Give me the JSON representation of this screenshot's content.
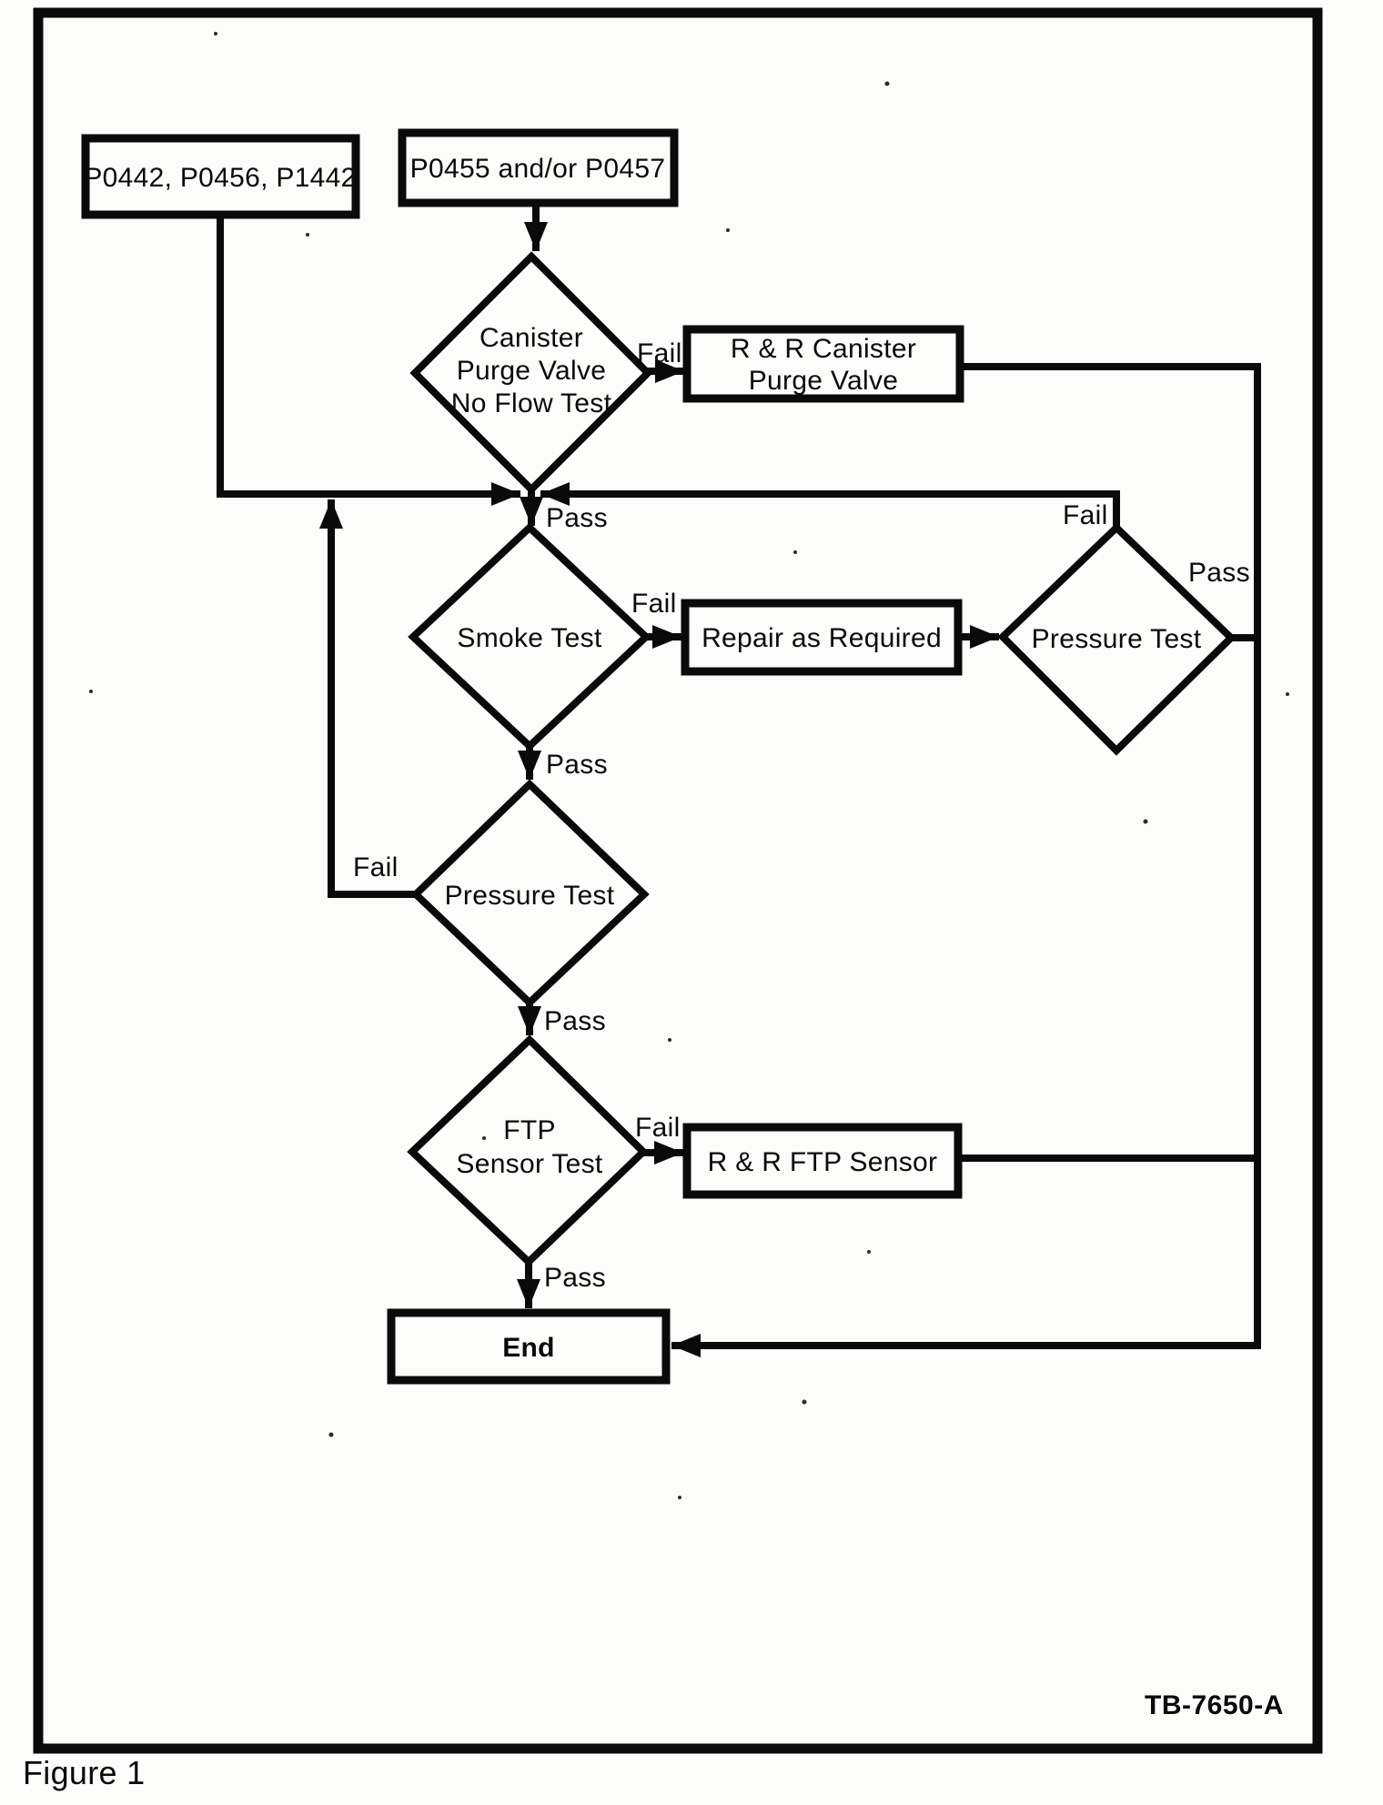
{
  "colors": {
    "ink": "#0a0a0a",
    "paper": "#fcfcfb"
  },
  "page": {
    "figure_caption": "Figure 1",
    "bulletin_number": "TB-7650-A"
  },
  "nodes": {
    "dtc_box_1": {
      "label": "P0442, P0456, P1442"
    },
    "dtc_box_2": {
      "label": "P0455 and/or P0457"
    },
    "canister_purge_valve_test": {
      "lines": [
        "Canister",
        "Purge Valve",
        "No Flow Test"
      ]
    },
    "rr_canister_purge_valve": {
      "lines": [
        "R & R Canister",
        "Purge Valve"
      ]
    },
    "smoke_test": {
      "label": "Smoke Test"
    },
    "repair_as_required": {
      "label": "Repair as Required"
    },
    "pressure_test_right": {
      "label": "Pressure Test"
    },
    "pressure_test_mid": {
      "label": "Pressure Test"
    },
    "ftp_sensor_test": {
      "lines": [
        "FTP",
        "Sensor Test"
      ]
    },
    "rr_ftp_sensor": {
      "label": "R & R FTP Sensor"
    },
    "end": {
      "label": "End"
    }
  },
  "edge_labels": {
    "canister_fail": "Fail",
    "junction_pass": "Pass",
    "smoke_fail": "Fail",
    "smoke_pass": "Pass",
    "pressure_right_fail": "Fail",
    "pressure_right_pass": "Pass",
    "pressure_mid_fail": "Fail",
    "pressure_mid_pass": "Pass",
    "ftp_fail": "Fail",
    "ftp_pass": "Pass"
  }
}
